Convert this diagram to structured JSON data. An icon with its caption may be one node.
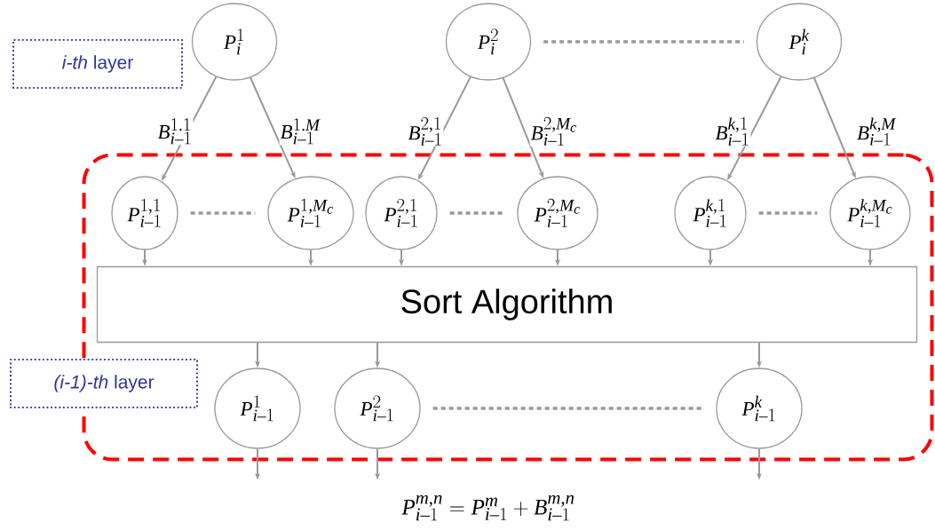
{
  "diagram": {
    "nodes": [
      {
        "text": [
          "*i-th* layer"
        ]
      },
      {
        "text": [
          "P_{i}^{1}"
        ]
      },
      {
        "text": [
          "P_{i}^{2}"
        ]
      },
      {
        "text": [
          "P_{i}^{k}"
        ]
      },
      {
        "text": [],
        "shape": "box"
      },
      {
        "text": [
          "*(i-1)-th* layer"
        ]
      },
      {
        "text": [
          "P_{i-1}^{1,1}"
        ],
        "in": 4
      },
      {
        "text": [
          "P_{i-1}^{1,M_c}"
        ],
        "in": 4
      },
      {
        "text": [
          "P_{i-1}^{2,1}"
        ],
        "in": 4
      },
      {
        "text": [
          "P_{i-1}^{2,M_c}"
        ],
        "in": 4
      },
      {
        "text": [
          "P_{i-1}^{k,1}"
        ],
        "in": 4
      },
      {
        "text": [
          "P_{i-1}^{k,M_c}"
        ],
        "in": 4
      },
      {
        "text": [
          "Sort Algorithm"
        ],
        "in": 4
      },
      {
        "text": [
          "P_{i-1}^{1}"
        ],
        "in": 4
      },
      {
        "text": [
          "P_{i-1}^{2}"
        ],
        "in": 4
      },
      {
        "text": [
          "P_{i-1}^{k}"
        ],
        "in": 4
      }
    ],
    "edges": [
      {
        "from": 1,
        "to": 6,
        "arrow": "to",
        "label": "B_{i-1}^{1.1}"
      },
      {
        "from": 1,
        "to": 7,
        "arrow": "to",
        "label": "B_{i-1}^{1.M}"
      },
      {
        "from": 2,
        "to": 8,
        "arrow": "to",
        "label": "B_{i-1}^{2,1}"
      },
      {
        "from": 2,
        "to": 9,
        "arrow": "to",
        "label": "B_{i-1}^{2,M_c}"
      },
      {
        "from": 3,
        "to": 10,
        "arrow": "to",
        "label": "B_{i-1}^{k,1}"
      },
      {
        "from": 3,
        "to": 11,
        "arrow": "to",
        "label": "B_{i-1}^{k,M}"
      },
      {
        "from": 2,
        "to": 3,
        "arrow": "none",
        "style": "dashed"
      },
      {
        "from": 6,
        "to": 7,
        "arrow": "none",
        "style": "dashed"
      },
      {
        "from": 8,
        "to": 9,
        "arrow": "none",
        "style": "dashed"
      },
      {
        "from": 10,
        "to": 11,
        "arrow": "none",
        "style": "dashed"
      },
      {
        "from": 6,
        "to": 12,
        "arrow": "to"
      },
      {
        "from": 7,
        "to": 12,
        "arrow": "to"
      },
      {
        "from": 8,
        "to": 12,
        "arrow": "to"
      },
      {
        "from": 9,
        "to": 12,
        "arrow": "to"
      },
      {
        "from": 10,
        "to": 12,
        "arrow": "to"
      },
      {
        "from": 11,
        "to": 12,
        "arrow": "to"
      },
      {
        "from": 12,
        "to": 13,
        "arrow": "to"
      },
      {
        "from": 12,
        "to": 14,
        "arrow": "to"
      },
      {
        "from": 12,
        "to": 15,
        "arrow": "to"
      },
      {
        "from": 14,
        "to": 15,
        "arrow": "none",
        "style": "dashed"
      },
      {
        "from": 13,
        "to": null,
        "arrow": "to"
      },
      {
        "from": 14,
        "to": null,
        "arrow": "to"
      },
      {
        "from": 15,
        "to": null,
        "arrow": "to"
      }
    ],
    "labels": [
      "P_{i-1}^{m,n} = P_{i-1}^{m} + B_{i-1}^{m,n}"
    ]
  }
}
